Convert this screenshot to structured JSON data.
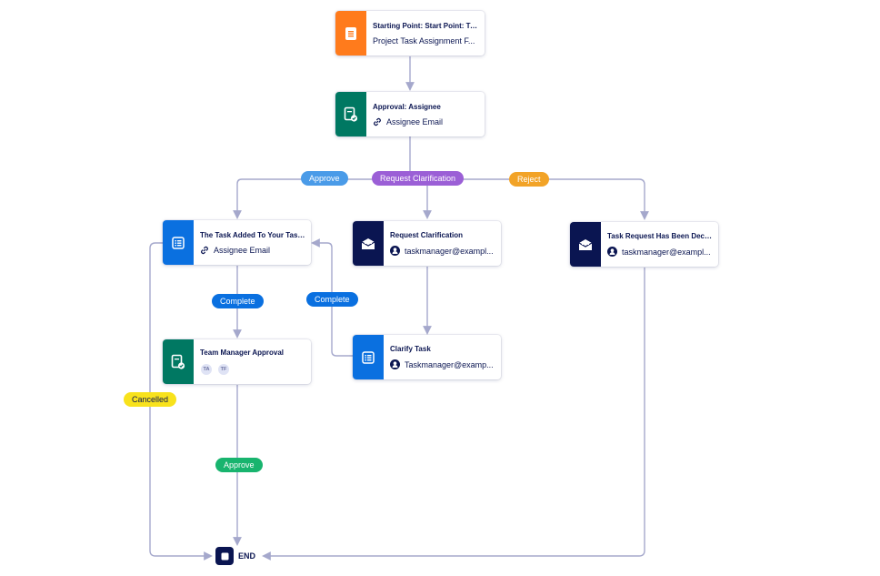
{
  "colors": {
    "wire": "#a5a8cc",
    "orange": "#ff7b1c",
    "green": "#007862",
    "blue": "#0a70e0",
    "navy": "#0a1551",
    "pill_blue": "#4a9be8",
    "pill_purple": "#9b5fd6",
    "pill_orange": "#f2a327",
    "pill_complete": "#0a70e0",
    "pill_green": "#18b46e",
    "pill_yellow": "#f8e21c"
  },
  "nodes": {
    "start": {
      "title": "Starting Point: Start Point: Ta...",
      "sub": "Project Task Assignment F...",
      "icon": "form-icon"
    },
    "approval_assignee": {
      "title": "Approval: Assignee",
      "sub": "Assignee Email",
      "icon": "approval-icon",
      "sub_icon": "link-icon"
    },
    "task_added": {
      "title": "The Task Added To Your Task ...",
      "sub": "Assignee Email",
      "icon": "task-list-icon",
      "sub_icon": "link-icon"
    },
    "request_clarification": {
      "title": "Request Clarification",
      "sub": "taskmanager@exampl...",
      "icon": "email-icon",
      "sub_icon": "user-icon"
    },
    "task_declined": {
      "title": "Task Request Has Been Decli...",
      "sub": "taskmanager@exampl...",
      "icon": "email-icon",
      "sub_icon": "user-icon"
    },
    "team_manager_approval": {
      "title": "Team Manager Approval",
      "avatars": [
        "TA",
        "TF"
      ],
      "icon": "approval-icon"
    },
    "clarify_task": {
      "title": "Clarify Task",
      "sub": "Taskmanager@examp...",
      "icon": "task-list-icon",
      "sub_icon": "user-icon"
    },
    "end": {
      "label": "END",
      "icon": "stop-icon"
    }
  },
  "pills": {
    "approve_1": "Approve",
    "request_clarification": "Request Clarification",
    "reject": "Reject",
    "complete_1": "Complete",
    "complete_2": "Complete",
    "cancelled": "Cancelled",
    "approve_2": "Approve"
  }
}
